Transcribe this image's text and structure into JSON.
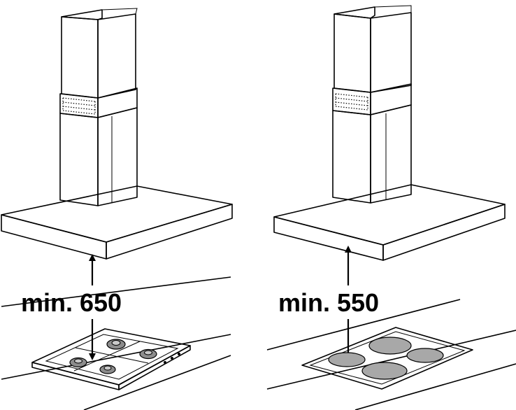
{
  "left_panel": {
    "clearance_label": "min. 650",
    "appliance": "gas-hob"
  },
  "right_panel": {
    "clearance_label": "min. 550",
    "appliance": "electric-hob"
  },
  "colors": {
    "steel_light": "#eeeeee",
    "steel_mid": "#d8d8d8",
    "steel_dark": "#b8b8b8",
    "line": "#000000",
    "background": "#ffffff"
  }
}
